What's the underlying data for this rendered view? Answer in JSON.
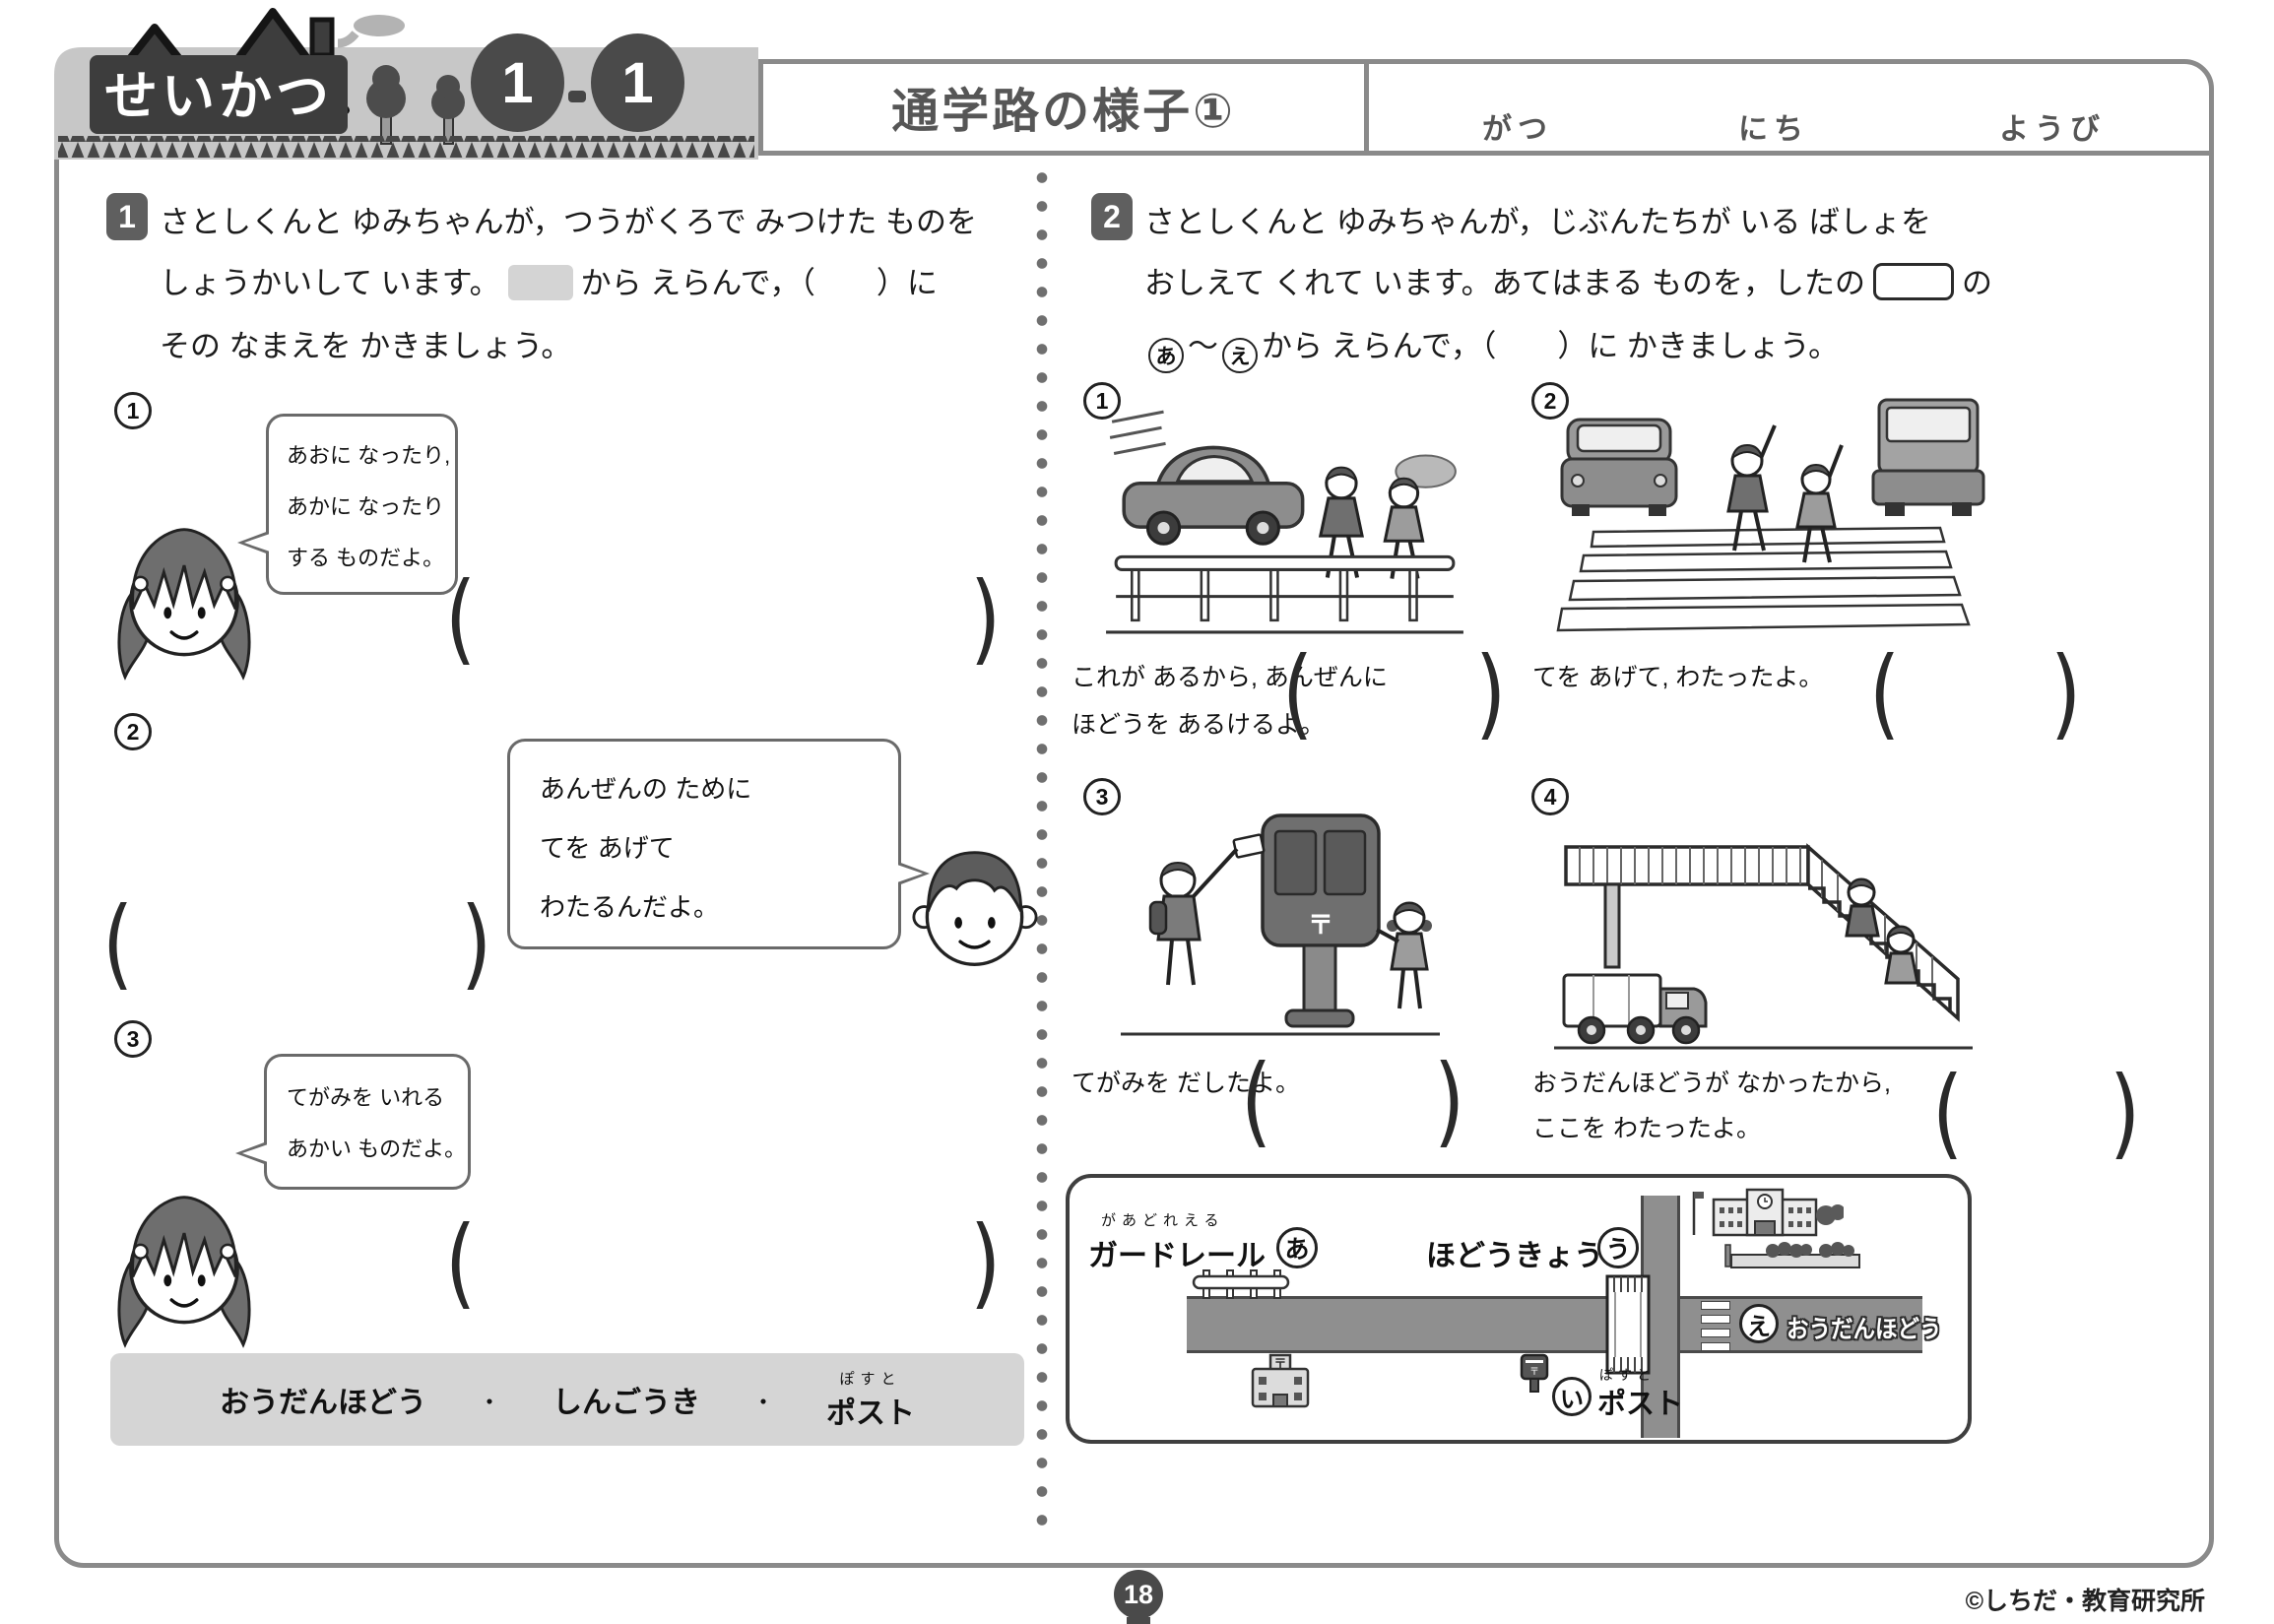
{
  "header": {
    "logo": "せいかつ",
    "unit_left": "1",
    "unit_sep": "-",
    "unit_right": "1",
    "title": "通学路の様子①",
    "date": {
      "month": "がつ",
      "day": "にち",
      "weekday": "ようび"
    }
  },
  "parens": {
    "open": "(",
    "close": ")"
  },
  "problem1": {
    "number": "1",
    "line1": "さとしくんと ゆみちゃんが，つうがくろで みつけた ものを",
    "line2_before": "しょうかいして います。",
    "line2_after": "から えらんで，（　　）に",
    "line3": "その なまえを かきましょう。",
    "items": [
      {
        "num": "1",
        "bubble": [
          "あおに なったり,",
          "あかに なったり",
          "する ものだよ。"
        ]
      },
      {
        "num": "2",
        "bubble": [
          "あんぜんの ために",
          "てを あげて",
          "わたるんだよ。"
        ]
      },
      {
        "num": "3",
        "bubble": [
          "てがみを いれる",
          "あかい ものだよ。"
        ]
      }
    ],
    "word_bank": {
      "word1": "おうだんほどう",
      "sep1": "・",
      "word2": "しんごうき",
      "sep2": "・",
      "word3": "ポスト",
      "word3_furigana": "ぽすと"
    }
  },
  "problem2": {
    "number": "2",
    "line1": "さとしくんと ゆみちゃんが，じぶんたちが いる ばしょを",
    "line2_before": "おしえて くれて います。あてはまる ものを，したの",
    "line2_after": "の",
    "line3_choice_start": "あ",
    "line3_tilde": "～",
    "line3_choice_end": "え",
    "line3_rest": "から えらんで，（　　）に かきましょう。",
    "items": [
      {
        "num": "1",
        "caption": [
          "これが あるから, あんぜんに",
          "ほどうを あるけるよ。"
        ]
      },
      {
        "num": "2",
        "caption": [
          "てを あげて, わたったよ。"
        ]
      },
      {
        "num": "3",
        "caption": [
          "てがみを だしたよ。"
        ]
      },
      {
        "num": "4",
        "caption": [
          "おうだんほどうが なかったから,",
          "ここを わたったよ。"
        ]
      }
    ],
    "map": {
      "guardrail_furigana": "があどれえる",
      "guardrail_label": "ガードレール",
      "guardrail_choice": "あ",
      "bridge_label": "ほどうきょう",
      "bridge_choice": "う",
      "crosswalk_choice": "え",
      "crosswalk_label": "おうだんほどう",
      "postbox_choice": "い",
      "postbox_label": "ポスト",
      "postbox_furigana": "ぽすと",
      "post_mark": "〒"
    }
  },
  "footer": {
    "page_number": "18",
    "copyright": "©しちだ・教育研究所"
  },
  "colors": {
    "accent_dark": "#4a4a4a",
    "border_gray": "#8a8a8a",
    "light_gray": "#d5d5d5",
    "road_gray": "#8f8f8f"
  }
}
